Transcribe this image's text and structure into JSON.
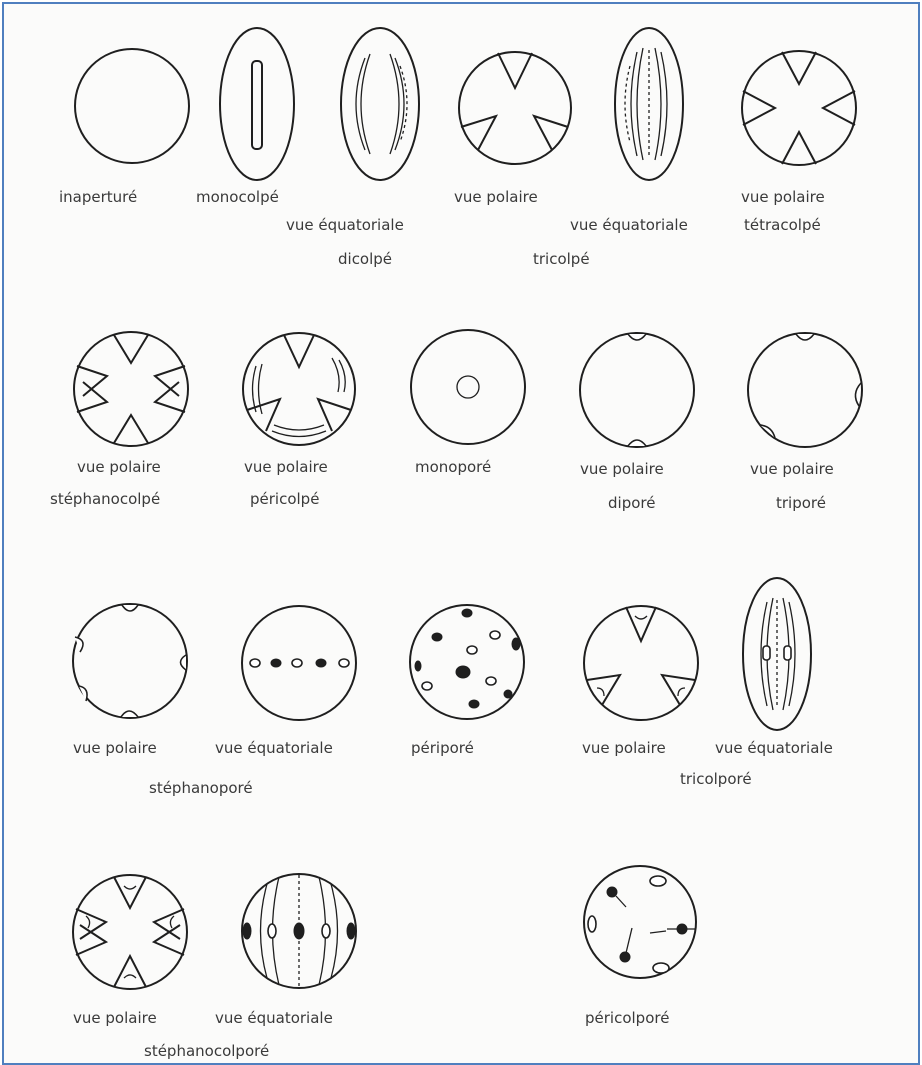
{
  "labels": {
    "inaperture": "inaperturé",
    "monocolpe": "monocolpé",
    "dicolpe_view": "vue équatoriale",
    "dicolpe": "dicolpé",
    "tricolpe_polar": "vue polaire",
    "tricolpe_equatorial": "vue équatoriale",
    "tricolpe": "tricolpé",
    "tetracolpe_view": "vue polaire",
    "tetracolpe": "tétracolpé",
    "stephanocolpe_view": "vue polaire",
    "stephanocolpe": "stéphanocolpé",
    "pericolpe_view": "vue polaire",
    "pericolpe": "péricolpé",
    "monopore": "monoporé",
    "dipore_view": "vue polaire",
    "dipore": "diporé",
    "tripore_view": "vue polaire",
    "tripore": "triporé",
    "stephanopore_polar": "vue polaire",
    "stephanopore_equatorial": "vue équatoriale",
    "stephanopore": "stéphanoporé",
    "peripore": "périporé",
    "tricolpore_polar": "vue polaire",
    "tricolpore_equatorial": "vue équatoriale",
    "tricolpore": "tricolporé",
    "stephanocolpore_polar": "vue polaire",
    "stephanocolpore_equatorial": "vue équatoriale",
    "stephanocolpore": "stéphanocolporé",
    "pericolpore": "péricolporé"
  },
  "colors": {
    "frame": "#4f7fbf",
    "ink": "#1f1f1f",
    "text": "#3a3a3a",
    "paper": "#fbfbfa"
  }
}
